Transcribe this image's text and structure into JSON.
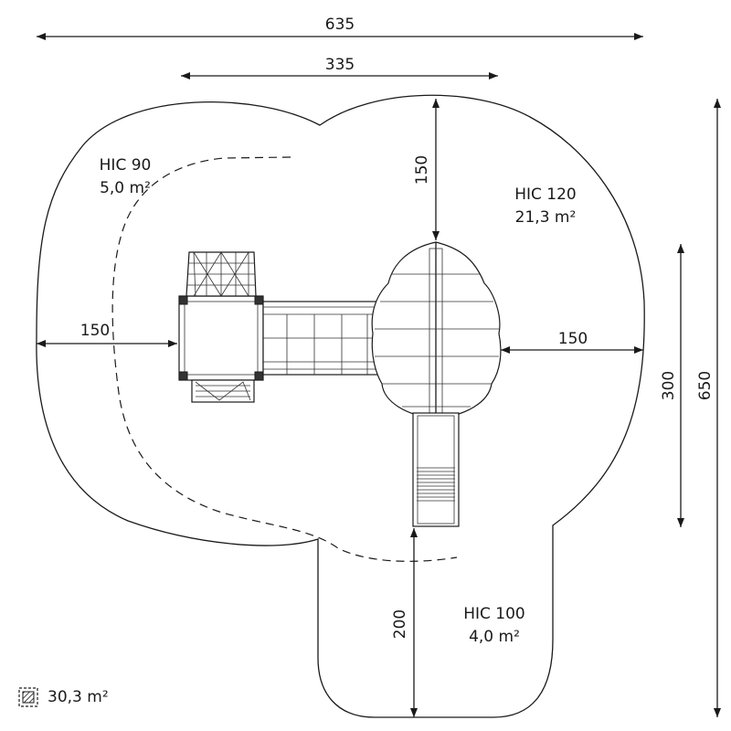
{
  "dimensions": {
    "total_width": "635",
    "platform_width": "335",
    "top_clearance": "150",
    "left_clearance": "150",
    "right_clearance": "150",
    "roof_zone_height": "300",
    "total_depth": "650",
    "slide_clearance": "200"
  },
  "zones": [
    {
      "hic": "HIC 90",
      "area": "5,0 m²"
    },
    {
      "hic": "HIC 120",
      "area": "21,3 m²"
    },
    {
      "hic": "HIC 100",
      "area": "4,0 m²"
    }
  ],
  "legend": {
    "icon": "hatched-square-icon",
    "total_area": "30,3 m²"
  }
}
